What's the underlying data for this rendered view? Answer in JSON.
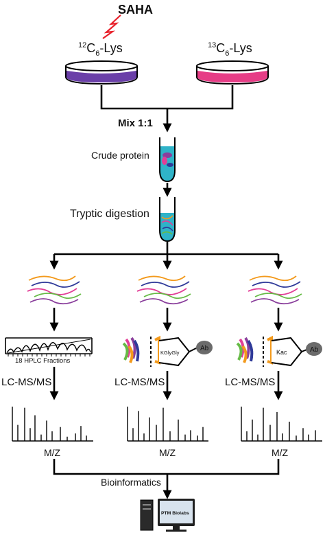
{
  "treatment": {
    "label": "SAHA",
    "color": "#e8202a"
  },
  "dishes": [
    {
      "isotope": "12",
      "sub": "6",
      "element": "C",
      "suffix": "-Lys",
      "medium_color": "#6a3fa8"
    },
    {
      "isotope": "13",
      "sub": "6",
      "element": "C",
      "suffix": "-Lys",
      "medium_color": "#e63d86"
    }
  ],
  "mix_label": "Mix 1:1",
  "crude_label": "Crude protein",
  "digestion_label": "Tryptic digestion",
  "tube_liquid_color": "#2fb3c8",
  "hplc_label": "18 HPLC Fractions",
  "kglygly_label": "KGlyGly",
  "kac_label": "Kac",
  "antibody_label": "Ab",
  "lcms_label": "LC-MS/MS",
  "mz_label": "M/Z",
  "bioinformatics_label": "Bioinformatics",
  "screen_label": "PTM Biolabs",
  "peptide_colors": [
    "#f39a1c",
    "#2f3a99",
    "#e23f97",
    "#66bb46",
    "#8a3f9c"
  ]
}
